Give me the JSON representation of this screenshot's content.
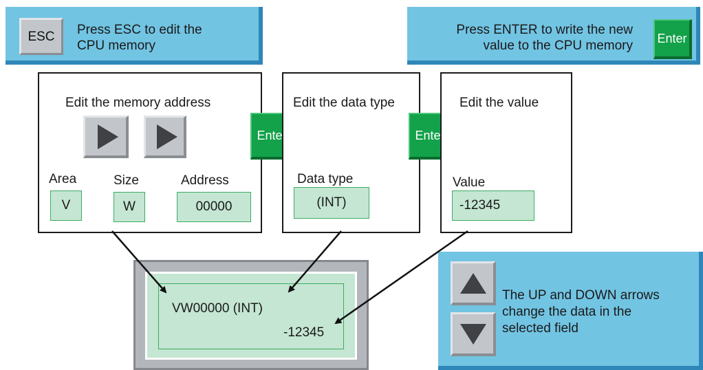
{
  "esc_callout": {
    "key_label": "ESC",
    "line1": "Press ESC to edit the",
    "line2": "CPU memory"
  },
  "enter_callout": {
    "line1": "Press ENTER to write the new",
    "line2": "value to the CPU memory",
    "key_label": "Enter"
  },
  "address_panel": {
    "title": "Edit the memory address",
    "area_label": "Area",
    "area_value": "V",
    "size_label": "Size",
    "size_value": "W",
    "address_label": "Address",
    "address_value": "00000"
  },
  "enter_key_1": "Enter",
  "datatype_panel": {
    "title": "Edit the data type",
    "label": "Data type",
    "value": "(INT)"
  },
  "enter_key_2": "Enter",
  "value_panel": {
    "title": "Edit the value",
    "label": "Value",
    "value": "-12345"
  },
  "display": {
    "line1": "VW00000 (INT)",
    "line2": "-12345"
  },
  "arrows_callout": {
    "line1": "The UP and DOWN arrows",
    "line2": "change the data in the",
    "line3": "selected field"
  },
  "colors": {
    "callout_bg": "#72c4e3",
    "enter_green": "#13a14a",
    "field_green": "#c4e6d3"
  }
}
